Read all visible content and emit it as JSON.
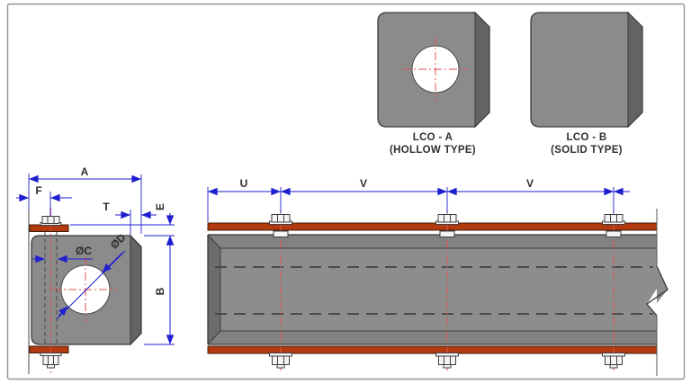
{
  "figure": {
    "variants": [
      {
        "title": "LCO - A",
        "subtitle": "(HOLLOW TYPE)"
      },
      {
        "title": "LCO - B",
        "subtitle": "(SOLID TYPE)"
      }
    ],
    "dimensions": {
      "side_view": {
        "overall_width": "A",
        "bolt_offset": "F",
        "chamfer_width": "T",
        "flange_gap": "E",
        "block_height": "B",
        "bolt_diameter": "ØC",
        "hole_diameter": "ØD"
      },
      "plan_view": {
        "end_spacing": "U",
        "pitch_1": "V",
        "pitch_2": "V"
      }
    },
    "colors": {
      "body_gray": "#8b8b8b",
      "body_side_gray": "#636363",
      "flange_red": "#b23a0e",
      "dimension_blue": "#1f1fd0",
      "centerline_red": "#e05252"
    }
  }
}
